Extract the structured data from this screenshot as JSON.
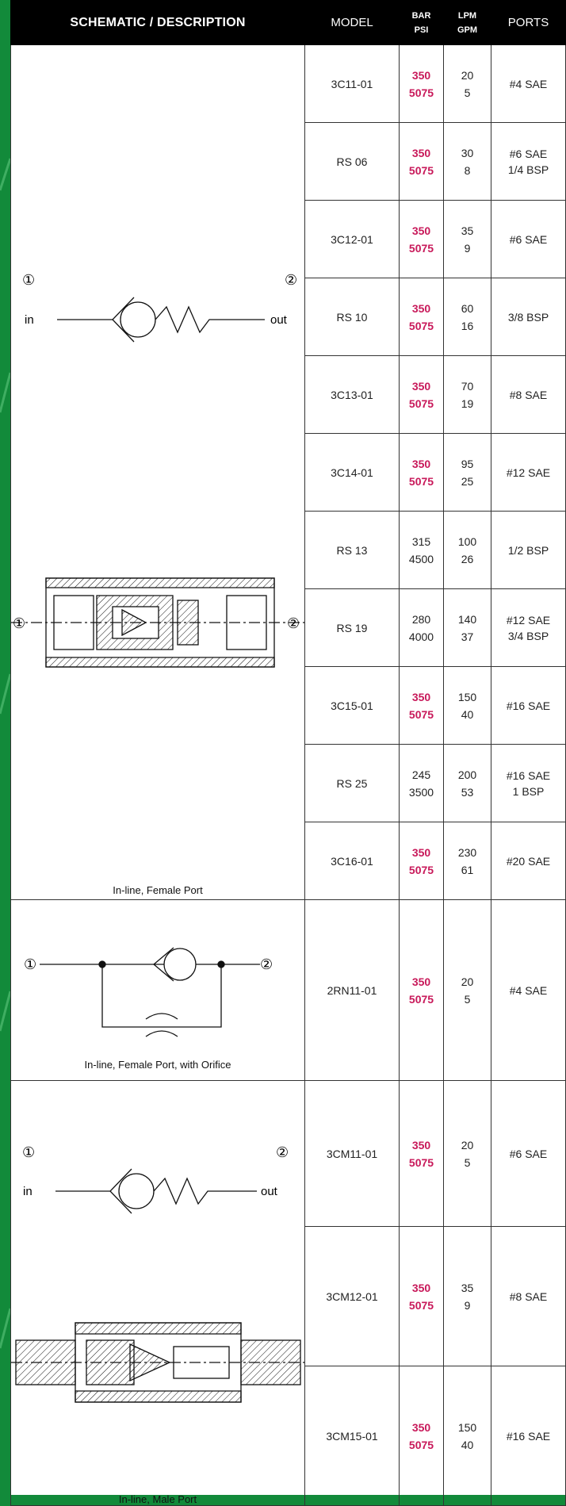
{
  "header": {
    "schematic": "SCHEMATIC / DESCRIPTION",
    "model": "MODEL",
    "bar": "BAR",
    "psi": "PSI",
    "lpm": "LPM",
    "gpm": "GPM",
    "ports": "PORTS"
  },
  "colors": {
    "background": "#128a3a",
    "header_bg": "#000000",
    "pressure_accent": "#c8195a"
  },
  "groups": [
    {
      "caption": "In-line, Female Port",
      "labels": {
        "port1": "①",
        "port2": "②",
        "in": "in",
        "out": "out"
      },
      "rows": [
        {
          "model": "3C11-01",
          "bar": "350",
          "psi": "5075",
          "lpm": "20",
          "gpm": "5",
          "ports": [
            "#4 SAE"
          ],
          "accent": true
        },
        {
          "model": "RS 06",
          "bar": "350",
          "psi": "5075",
          "lpm": "30",
          "gpm": "8",
          "ports": [
            "#6 SAE",
            "1/4 BSP"
          ],
          "accent": true
        },
        {
          "model": "3C12-01",
          "bar": "350",
          "psi": "5075",
          "lpm": "35",
          "gpm": "9",
          "ports": [
            "#6 SAE"
          ],
          "accent": true
        },
        {
          "model": "RS 10",
          "bar": "350",
          "psi": "5075",
          "lpm": "60",
          "gpm": "16",
          "ports": [
            "3/8 BSP"
          ],
          "accent": true
        },
        {
          "model": "3C13-01",
          "bar": "350",
          "psi": "5075",
          "lpm": "70",
          "gpm": "19",
          "ports": [
            "#8 SAE"
          ],
          "accent": true
        },
        {
          "model": "3C14-01",
          "bar": "350",
          "psi": "5075",
          "lpm": "95",
          "gpm": "25",
          "ports": [
            "#12 SAE"
          ],
          "accent": true
        },
        {
          "model": "RS 13",
          "bar": "315",
          "psi": "4500",
          "lpm": "100",
          "gpm": "26",
          "ports": [
            "1/2 BSP"
          ],
          "accent": false
        },
        {
          "model": "RS 19",
          "bar": "280",
          "psi": "4000",
          "lpm": "140",
          "gpm": "37",
          "ports": [
            "#12 SAE",
            "3/4 BSP"
          ],
          "accent": false
        },
        {
          "model": "3C15-01",
          "bar": "350",
          "psi": "5075",
          "lpm": "150",
          "gpm": "40",
          "ports": [
            "#16 SAE"
          ],
          "accent": true
        },
        {
          "model": "RS 25",
          "bar": "245",
          "psi": "3500",
          "lpm": "200",
          "gpm": "53",
          "ports": [
            "#16 SAE",
            "1 BSP"
          ],
          "accent": false
        },
        {
          "model": "3C16-01",
          "bar": "350",
          "psi": "5075",
          "lpm": "230",
          "gpm": "61",
          "ports": [
            "#20 SAE"
          ],
          "accent": true
        }
      ]
    },
    {
      "caption": "In-line, Female Port, with Orifice",
      "labels": {
        "port1": "①",
        "port2": "②"
      },
      "rows": [
        {
          "model": "2RN11-01",
          "bar": "350",
          "psi": "5075",
          "lpm": "20",
          "gpm": "5",
          "ports": [
            "#4 SAE"
          ],
          "accent": true
        }
      ]
    },
    {
      "caption": "In-line, Male Port",
      "labels": {
        "port1": "①",
        "port2": "②",
        "in": "in",
        "out": "out"
      },
      "rows": [
        {
          "model": "3CM11-01",
          "bar": "350",
          "psi": "5075",
          "lpm": "20",
          "gpm": "5",
          "ports": [
            "#6 SAE"
          ],
          "accent": true
        },
        {
          "model": "3CM12-01",
          "bar": "350",
          "psi": "5075",
          "lpm": "35",
          "gpm": "9",
          "ports": [
            "#8 SAE"
          ],
          "accent": true
        },
        {
          "model": "3CM15-01",
          "bar": "350",
          "psi": "5075",
          "lpm": "150",
          "gpm": "40",
          "ports": [
            "#16 SAE"
          ],
          "accent": true
        }
      ]
    }
  ]
}
